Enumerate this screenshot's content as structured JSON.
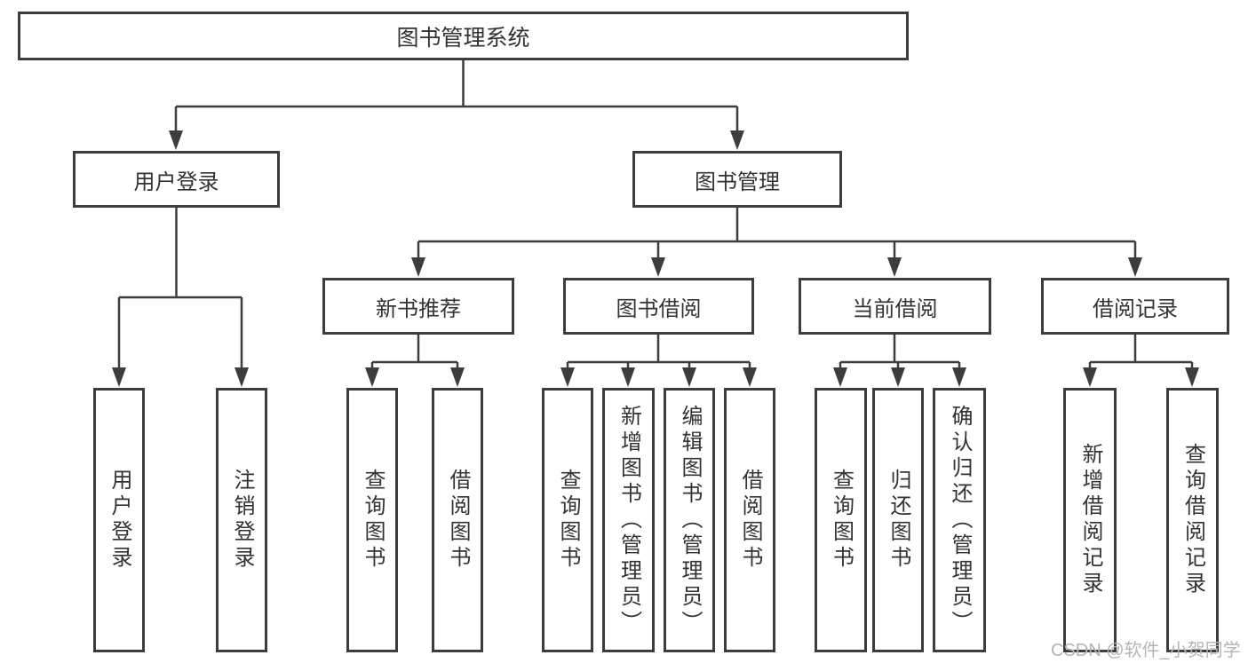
{
  "diagram": {
    "title": "图书管理系统",
    "user_branch": {
      "label": "用户登录",
      "leaves": [
        "用户登录",
        "注销登录"
      ]
    },
    "book_branch": {
      "label": "图书管理",
      "sections": [
        {
          "label": "新书推荐",
          "leaves": [
            "查询图书",
            "借阅图书"
          ]
        },
        {
          "label": "图书借阅",
          "leaves": [
            "查询图书",
            "新增图书（管理员）",
            "编辑图书（管理员）",
            "借阅图书"
          ]
        },
        {
          "label": "当前借阅",
          "leaves": [
            "查询图书",
            "归还图书",
            "确认归还（管理员）"
          ]
        },
        {
          "label": "借阅记录",
          "leaves": [
            "新增借阅记录",
            "查询借阅记录"
          ]
        }
      ]
    }
  },
  "watermark": {
    "text": "CSDN @软件_小贺同学"
  },
  "colors": {
    "line": "#3d3d3d",
    "text": "#333333",
    "watermark": "#b5b5b5",
    "background": "#ffffff"
  }
}
